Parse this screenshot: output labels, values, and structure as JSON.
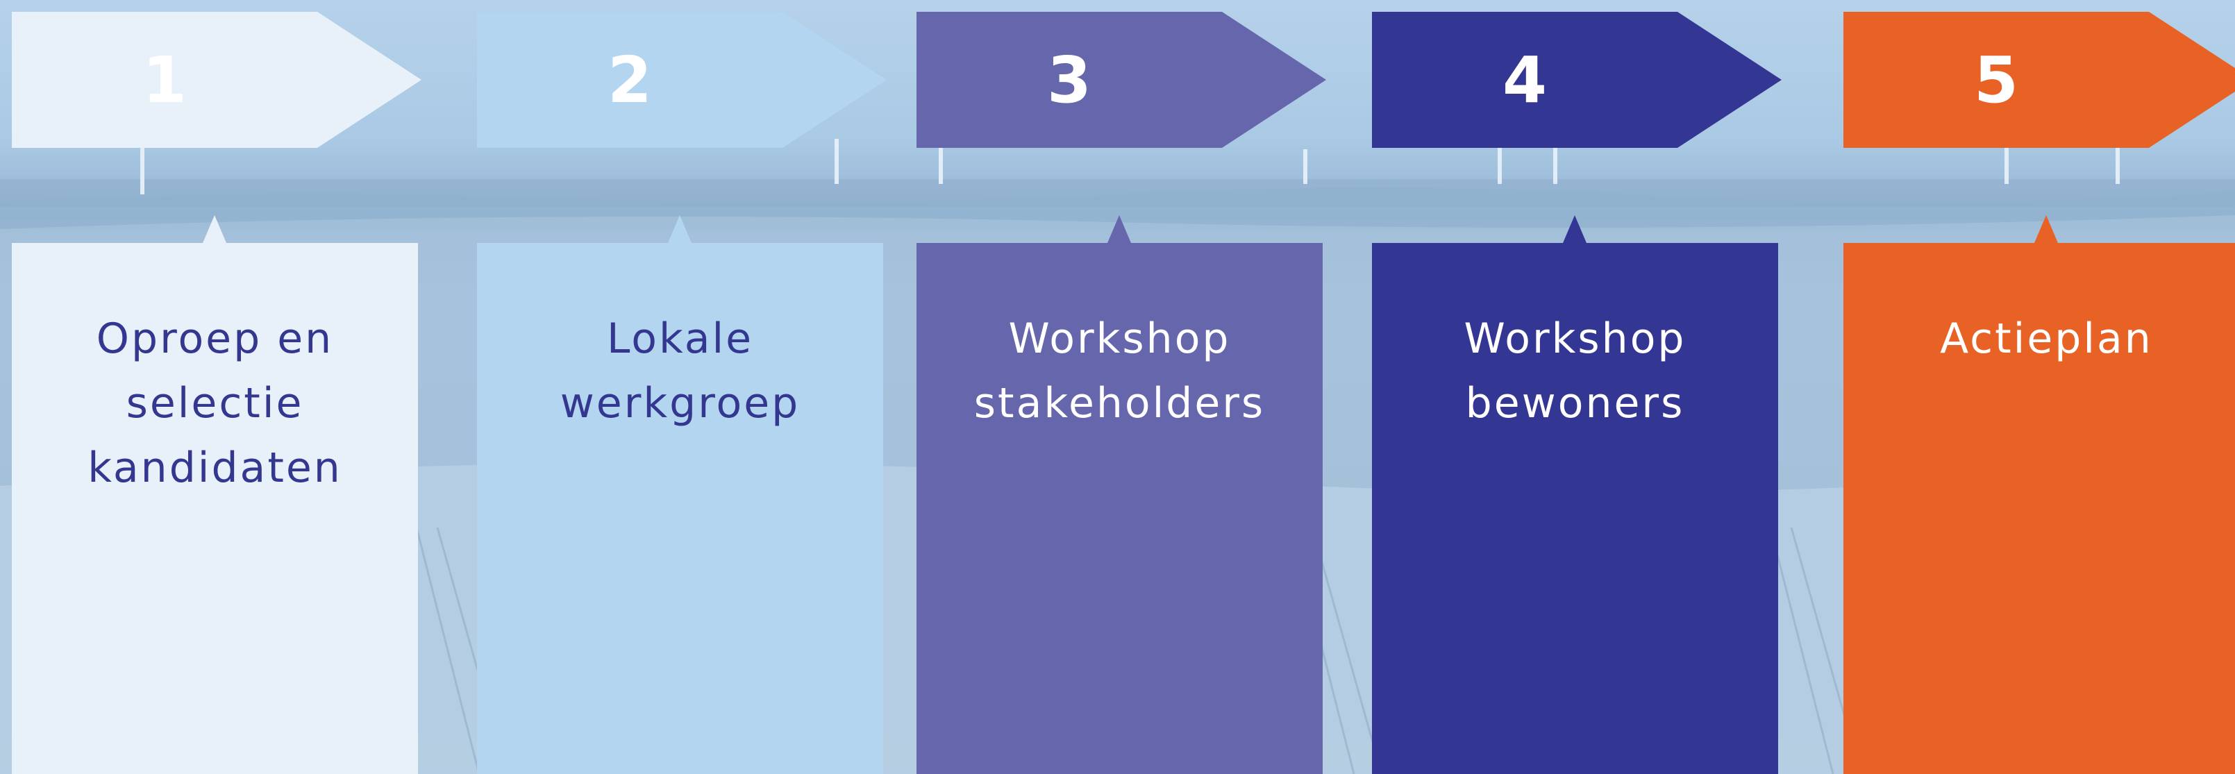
{
  "steps": [
    {
      "number": "1",
      "label": "Oproep en\nselectie\nkandidaten",
      "fill": "#e8f1f9",
      "text_color": "#33378f"
    },
    {
      "number": "2",
      "label": "Lokale\nwerkgroep",
      "fill": "#b3d5f0",
      "text_color": "#33378f"
    },
    {
      "number": "3",
      "label": "Workshop\nstakeholders",
      "fill": "#6566ac",
      "text_color": "#ffffff"
    },
    {
      "number": "4",
      "label": "Workshop\nbewoners",
      "fill": "#343694",
      "text_color": "#ffffff"
    },
    {
      "number": "5",
      "label": "Actieplan",
      "fill": "#e86225",
      "text_color": "#ffffff"
    }
  ],
  "background": {
    "icons": [
      "wind-turbine-icon"
    ]
  }
}
